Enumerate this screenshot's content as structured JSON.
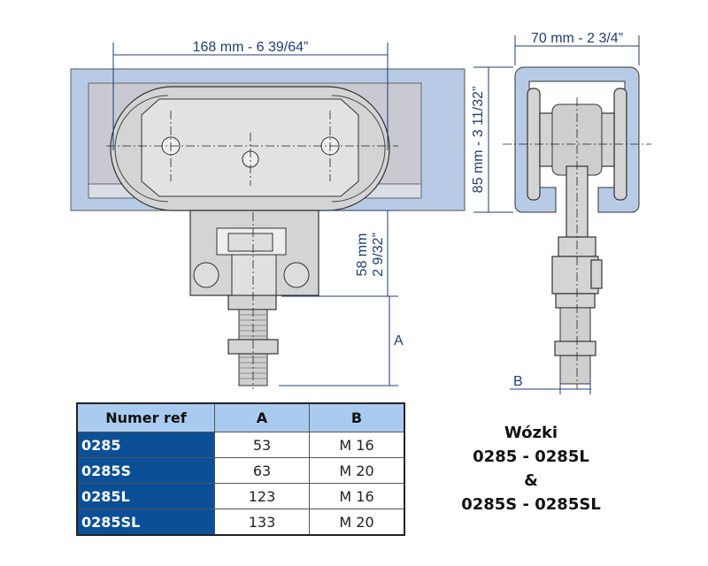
{
  "dimensions": {
    "rail_length": "168 mm - 6 39/64”",
    "profile_width": "70 mm - 2 3/4”",
    "profile_height": "85 mm - 3 11/32”",
    "bracket_height_mm": "58 mm",
    "bracket_height_in": "2 9/32”",
    "label_a": "A",
    "label_b": "B"
  },
  "table": {
    "headers": [
      "Numer ref",
      "A",
      "B"
    ],
    "rows": [
      {
        "ref": "0285",
        "a": "53",
        "b": "M 16"
      },
      {
        "ref": "0285S",
        "a": "63",
        "b": "M 20"
      },
      {
        "ref": "0285L",
        "a": "123",
        "b": "M 16"
      },
      {
        "ref": "0285SL",
        "a": "133",
        "b": "M 20"
      }
    ]
  },
  "title": {
    "line1": "Wózki",
    "line2": "0285 - 0285L",
    "line3": "&",
    "line4": "0285S - 0285SL"
  },
  "colors": {
    "header_blue": "#a9cbef",
    "ref_blue": "#0b4f97",
    "rail_blue": "#b8cbe6"
  }
}
